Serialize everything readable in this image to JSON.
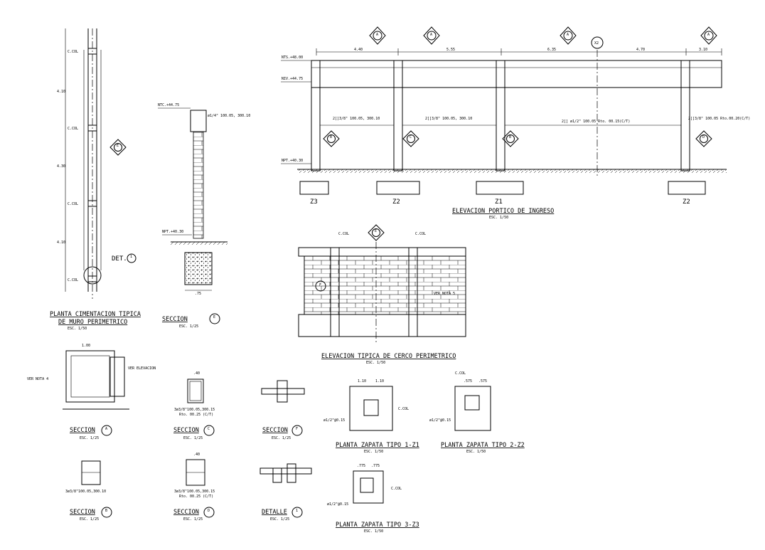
{
  "drawing": {
    "elevation_portico": {
      "title": "ELEVACION PORTICO DE INGRESO",
      "scale": "ESC. 1/50",
      "dims": [
        "4.40",
        "5.55",
        "6.35",
        "4.70",
        "3.10"
      ],
      "levels": [
        "NTS.+48.00",
        "NIV.+44.75",
        "NPT.+40.30"
      ],
      "beam_notes": [
        "2[]3/8\" 100.05, 300.10",
        "2[]3/8\" 100.05, 300.10",
        "2[] ø1/2\" 100.05 Rto. 00.15(C/T)",
        "2[]3/8\" 100.05 Rto.00.20(C/T)"
      ],
      "footings": [
        "Z3",
        "Z2",
        "Z1",
        "Z2"
      ],
      "axis_tag": "X2",
      "section_marks": [
        "A",
        "A",
        "A",
        "A"
      ],
      "sub_marks": [
        "B",
        "C",
        "B",
        "D"
      ]
    },
    "planta_cimentacion": {
      "title_1": "PLANTA CIMENTACION TIPICA",
      "title_2": "DE MURO PERIMETRICO",
      "scale": "ESC. 1/50",
      "dims": [
        "4.10",
        "4.30",
        "4.10"
      ],
      "col_label": "C.COL",
      "det_label": "DET.",
      "det_num": "1",
      "mark": "E"
    },
    "seccion_e": {
      "title": "SECCION",
      "mark": "E",
      "scale": "ESC. 1/25",
      "levels": [
        "NTC.+44.75",
        "NPT.+40.30"
      ],
      "notes": [
        "ø1/4\" 100.05, 300.10"
      ],
      "dim": ".75"
    },
    "cerco": {
      "title": "ELEVACION TIPICA DE CERCO PERIMETRICO",
      "scale": "ESC. 1/50",
      "mark": "E",
      "detail_mark": "F",
      "col_label": "C.COL",
      "note": "VER NOTA 5"
    },
    "seccion_a": {
      "title": "SECCION",
      "mark": "A",
      "scale": "ESC. 1/25",
      "dim": "1.00",
      "note": "VER NOTA 4",
      "note2": "VER ELEVACION"
    },
    "seccion_b": {
      "title": "SECCION",
      "mark": "B",
      "scale": "ESC. 1/25",
      "notes": [
        "3ø3/8\"100.05,300.10"
      ]
    },
    "seccion_c": {
      "title": "SECCION",
      "mark": "C",
      "scale": "ESC. 1/25",
      "dim": ".40",
      "notes": [
        "3ø3/8\"100.05,300.15",
        "Rto. 00.25 (C/T)"
      ]
    },
    "seccion_d": {
      "title": "SECCION",
      "mark": "D",
      "scale": "ESC. 1/25",
      "dim": ".40",
      "notes": [
        "3ø3/8\"100.05,300.15",
        "Rto. 00.25 (C/T)"
      ]
    },
    "seccion_f": {
      "title": "SECCION",
      "mark": "F",
      "scale": "ESC. 1/25"
    },
    "detalle_1": {
      "title": "DETALLE",
      "mark": "1",
      "scale": "ESC. 1/25"
    },
    "zapata_1": {
      "title": "PLANTA ZAPATA TIPO 1-Z1",
      "scale": "ESC. 1/50",
      "dims": [
        "1.10",
        "1.10"
      ],
      "col_label": "C.COL",
      "bars": "ø1/2\"@0.15"
    },
    "zapata_2": {
      "title": "PLANTA ZAPATA TIPO 2-Z2",
      "scale": "ESC. 1/50",
      "dims": [
        ".575",
        ".575"
      ],
      "col_label": "C.COL",
      "bars": "ø1/2\"@0.15"
    },
    "zapata_3": {
      "title": "PLANTA ZAPATA TIPO 3-Z3",
      "scale": "ESC. 1/50",
      "dims": [
        ".775",
        ".775"
      ],
      "col_label": "C.COL",
      "bars": "ø1/2\"@0.15"
    }
  }
}
